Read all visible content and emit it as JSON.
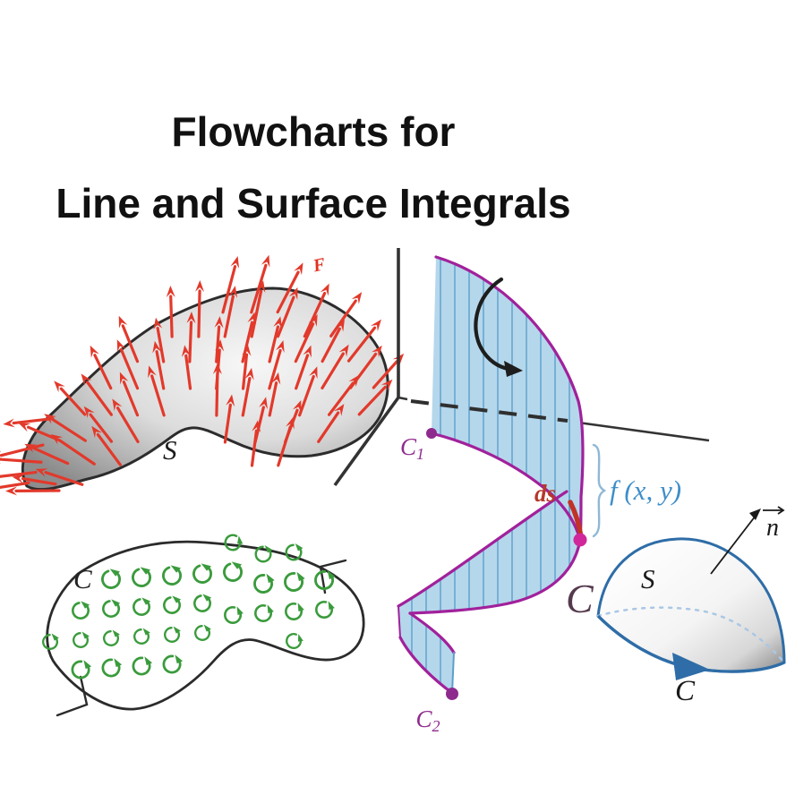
{
  "title": {
    "line1": "Flowcharts for",
    "line2": "Line and Surface Integrals"
  },
  "figures": {
    "vector_field_surface": {
      "surface_label": "S",
      "field_label": "F",
      "arrow_color": "#e2392b",
      "surface_edge_color": "#2c2c2c"
    },
    "line_integral_curtain": {
      "start_point_label_main": "C",
      "start_point_label_sub": "1",
      "end_point_label_main": "C",
      "end_point_label_sub": "2",
      "curve_label": "C",
      "arc_element_label": "ds",
      "height_label": "f (x, y)",
      "curve_color": "#a1219b",
      "curtain_color": "#b5d7ec",
      "stripe_color": "#5b9fc9",
      "ds_color": "#b5382a",
      "height_label_color": "#3e8ec9",
      "point_color": "#d0279a",
      "axis_color": "#333333",
      "curve_label_color": "#553a4d"
    },
    "curl_region": {
      "curve_label": "C",
      "curl_color": "#3a9b3c",
      "curve_color": "#2b2b2b"
    },
    "stokes_surface": {
      "surface_label": "S",
      "boundary_label": "C",
      "normal_label": "n",
      "outline_color": "#2e6da7",
      "back_edge_color": "#aac7e4"
    }
  }
}
